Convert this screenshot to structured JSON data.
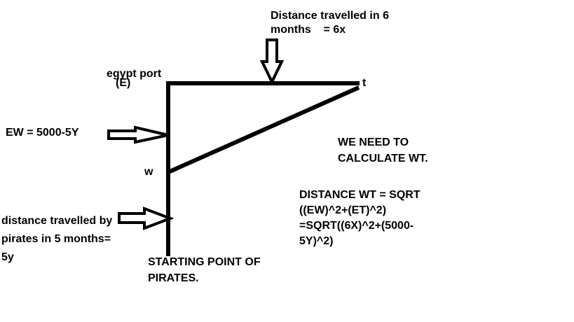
{
  "colors": {
    "background": "#ffffff",
    "ink": "#000000"
  },
  "labels": {
    "top_distance": "Distance travelled in 6\nmonths    = 6x",
    "egypt_port": "egypt port",
    "egypt_port_letter": "(E)",
    "point_t": "t",
    "point_w": "w",
    "ew_equation": "EW = 5000-5Y",
    "pirates_distance": "distance travelled by\npirates in 5 months=\n5y",
    "starting_point": "STARTING POINT OF\nPIRATES.",
    "goal": "WE NEED TO\nCALCULATE WT.",
    "formula": "DISTANCE WT = SQRT\n((EW)^2+(ET)^2)\n=SQRT((6X)^2+(5000-\n5Y)^2)"
  },
  "icons": {
    "top_arrow": "down-block-arrow",
    "ew_arrow": "right-block-arrow",
    "pirates_arrow": "right-block-arrow"
  }
}
